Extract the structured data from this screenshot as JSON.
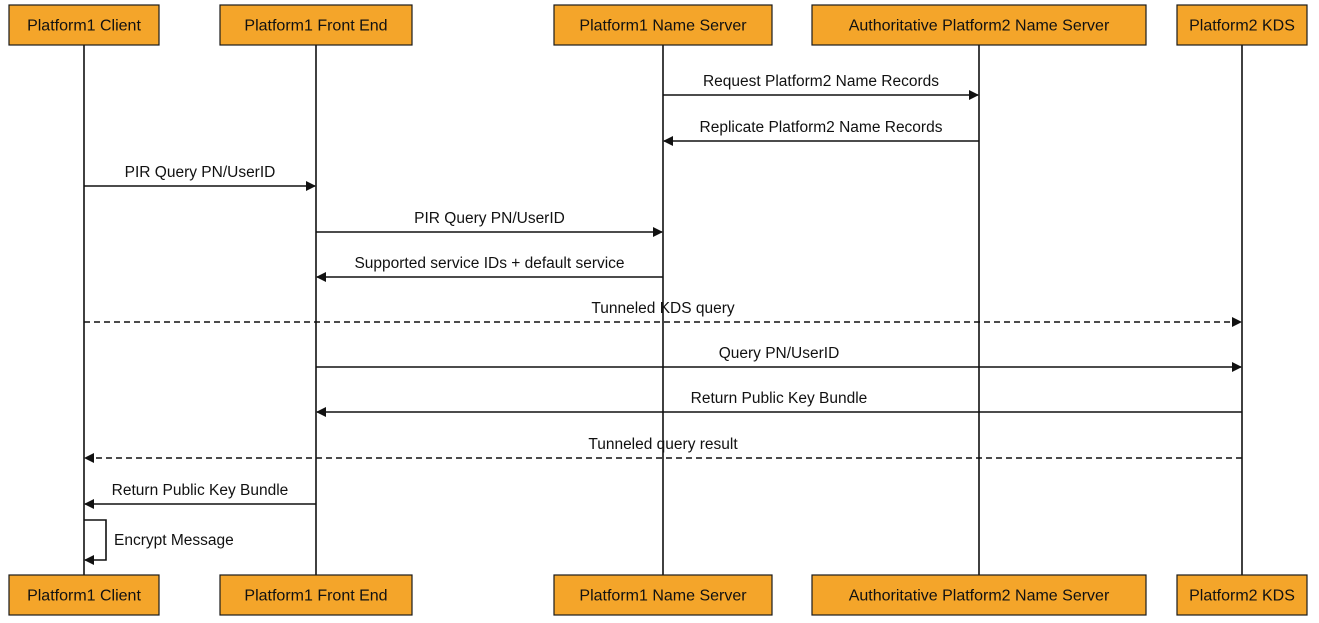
{
  "colors": {
    "actor_fill": "#F4A52A",
    "actor_border": "#1a1a1a",
    "line": "#111111",
    "text": "#111111",
    "background": "#ffffff"
  },
  "actors": [
    {
      "id": "client",
      "label": "Platform1 Client"
    },
    {
      "id": "frontend",
      "label": "Platform1 Front End"
    },
    {
      "id": "nameserver",
      "label": "Platform1 Name Server"
    },
    {
      "id": "authns",
      "label": "Authoritative Platform2 Name Server"
    },
    {
      "id": "kds",
      "label": "Platform2 KDS"
    }
  ],
  "messages": [
    {
      "from": "nameserver",
      "to": "authns",
      "label": "Request Platform2 Name Records",
      "style": "solid"
    },
    {
      "from": "authns",
      "to": "nameserver",
      "label": "Replicate Platform2 Name Records",
      "style": "solid"
    },
    {
      "from": "client",
      "to": "frontend",
      "label": "PIR Query PN/UserID",
      "style": "solid"
    },
    {
      "from": "frontend",
      "to": "nameserver",
      "label": "PIR Query PN/UserID",
      "style": "solid"
    },
    {
      "from": "nameserver",
      "to": "frontend",
      "label": "Supported service IDs + default service",
      "style": "solid"
    },
    {
      "from": "client",
      "to": "kds",
      "label": "Tunneled KDS query",
      "style": "dashed"
    },
    {
      "from": "frontend",
      "to": "kds",
      "label": "Query PN/UserID",
      "style": "solid"
    },
    {
      "from": "kds",
      "to": "frontend",
      "label": "Return Public Key Bundle",
      "style": "solid"
    },
    {
      "from": "kds",
      "to": "client",
      "label": "Tunneled query result",
      "style": "dashed"
    },
    {
      "from": "frontend",
      "to": "client",
      "label": "Return Public Key Bundle",
      "style": "solid"
    },
    {
      "from": "client",
      "to": "client",
      "label": "Encrypt Message",
      "style": "solid"
    }
  ]
}
